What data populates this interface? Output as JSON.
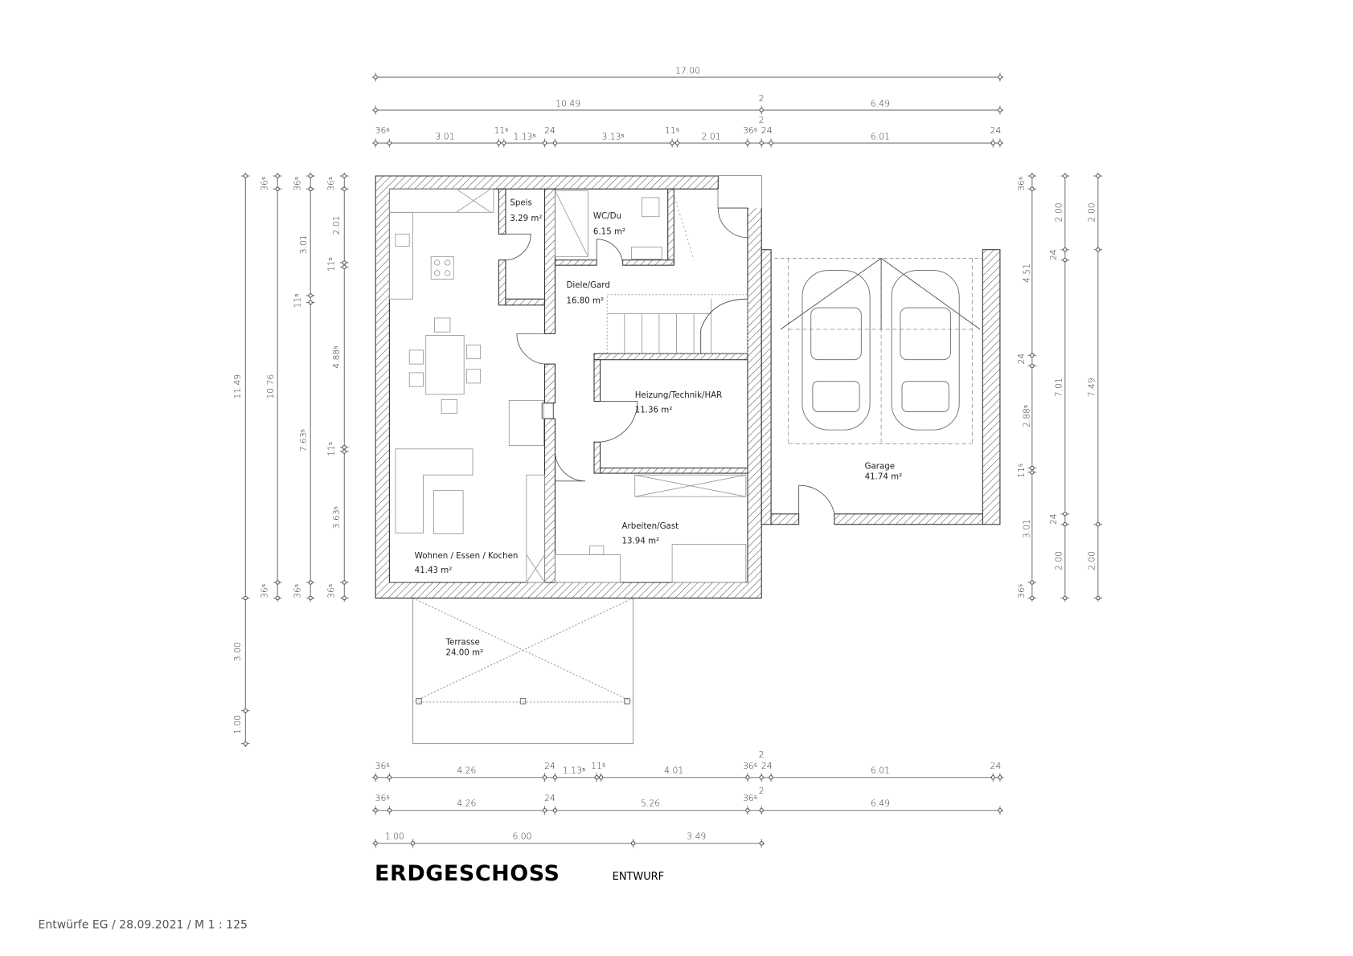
{
  "title": "ERDGESCHOSS",
  "subtitle": "ENTWURF",
  "footer": "Entwürfe EG / 28.09.2021 / M 1 : 125",
  "rooms": [
    {
      "name": "Speis",
      "area": "3.29 m²"
    },
    {
      "name": "WC/Du",
      "area": "6.15 m²"
    },
    {
      "name": "Diele/Gard",
      "area": "16.80 m²"
    },
    {
      "name": "Heizung/Technik/HAR",
      "area": "11.36 m²"
    },
    {
      "name": "Arbeiten/Gast",
      "area": "13.94 m²"
    },
    {
      "name": "Wohnen / Essen / Kochen",
      "area": "41.43 m²"
    },
    {
      "name": "Garage",
      "area": "41.74 m²"
    },
    {
      "name": "Terrasse",
      "area": "24.00 m²"
    }
  ],
  "dims": {
    "top": {
      "row1": [
        "17.00"
      ],
      "row2": [
        "10.49",
        "2",
        "6.49"
      ],
      "row3": [
        "36⁵",
        "3.01",
        "11⁵",
        "1.13⁵",
        "24",
        "3.13⁵",
        "11⁵",
        "2.01",
        "36⁵",
        "2",
        "24",
        "6.01",
        "24"
      ]
    },
    "bottom": {
      "row1": [
        "36⁵",
        "4.26",
        "24",
        "1.13⁵",
        "11⁵",
        "4.01",
        "36⁵",
        "2",
        "24",
        "6.01",
        "24"
      ],
      "row2": [
        "36⁵",
        "4.26",
        "24",
        "5.26",
        "36⁵",
        "2",
        "6.49"
      ],
      "row3": [
        "1.00",
        "6.00",
        "3.49"
      ]
    },
    "left": {
      "col1": [
        "11.49",
        "3.00",
        "1.00"
      ],
      "col2": [
        "36⁵",
        "10.76",
        "36⁵"
      ],
      "col3": [
        "36⁵",
        "3.01",
        "11⁵",
        "7.63⁵",
        "36⁵"
      ],
      "col4": [
        "36⁵",
        "2.01",
        "11⁵",
        "4.88⁵",
        "11⁵",
        "3.63⁵",
        "36⁵"
      ]
    },
    "right": {
      "col1": [
        "36⁵",
        "4.51",
        "24",
        "2.88⁵",
        "11⁵",
        "3.01",
        "36⁵"
      ],
      "col2": [
        "2.00",
        "24",
        "7.01",
        "24",
        "2.00"
      ],
      "col3": [
        "2.00",
        "7.49",
        "2.00"
      ]
    }
  }
}
